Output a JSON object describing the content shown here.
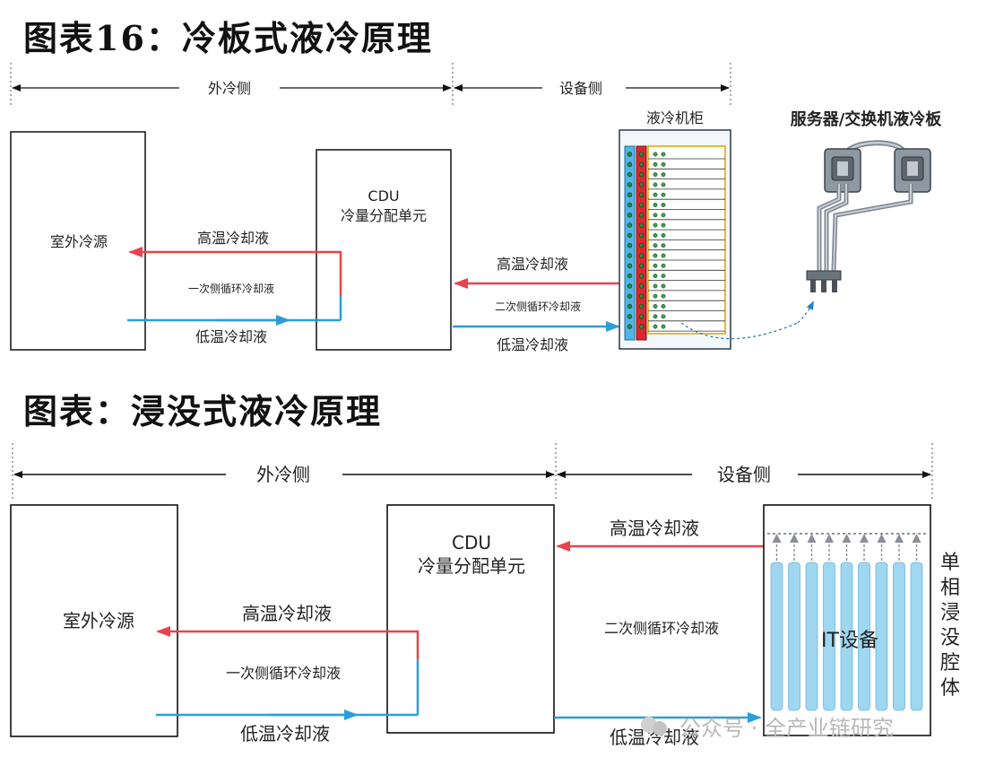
{
  "diagram1": {
    "title": "图表16：冷板式液冷原理",
    "outer_side": "外冷侧",
    "device_side": "设备侧",
    "outdoor_source": "室外冷源",
    "cdu_name": "CDU",
    "cdu_desc": "冷量分配单元",
    "hot_coolant_primary": "高温冷却液",
    "primary_loop": "一次侧循环冷却液",
    "cold_coolant_primary": "低温冷却液",
    "hot_coolant_secondary": "高温冷却液",
    "secondary_loop": "二次侧循环冷却液",
    "cold_coolant_secondary": "低温冷却液",
    "cabinet": "液冷机柜",
    "cold_plate": "服务器/交换机液冷板"
  },
  "diagram2": {
    "title": "图表：浸没式液冷原理",
    "outer_side": "外冷侧",
    "device_side": "设备侧",
    "outdoor_source": "室外冷源",
    "cdu_name": "CDU",
    "cdu_desc": "冷量分配单元",
    "hot_coolant_primary": "高温冷却液",
    "primary_loop": "一次侧循环冷却液",
    "cold_coolant_primary": "低温冷却液",
    "hot_coolant_secondary": "高温冷却液",
    "secondary_loop": "二次侧循环冷却液",
    "cold_coolant_secondary": "低温冷却液",
    "it_equipment": "IT设备",
    "tank_label": [
      "单",
      "相",
      "浸",
      "没",
      "腔",
      "体"
    ]
  },
  "watermark": "公众号 · 全产业链研究",
  "colors": {
    "hot": "#e8434d",
    "cold": "#2a9fd6",
    "rack_blue": "#4fb6e6",
    "rack_red": "#d9272e",
    "rack_gold": "#e8b93a",
    "blade": "#9fd6f0"
  }
}
